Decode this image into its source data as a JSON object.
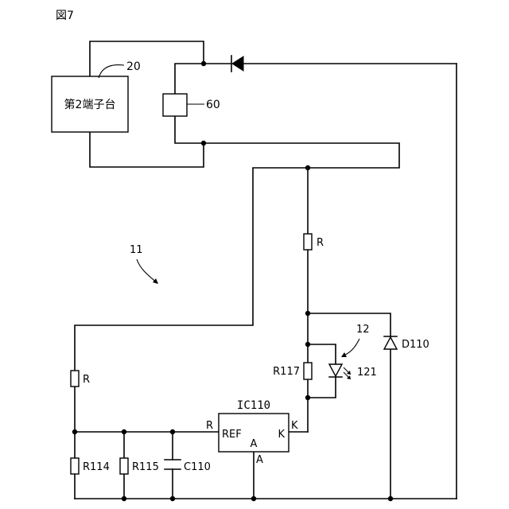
{
  "figure_label": "図7",
  "terminal_block": {
    "label": "第2端子台",
    "ref": "20"
  },
  "relay": {
    "ref": "60"
  },
  "circuit_ref": "11",
  "led_group_ref": "12",
  "led": {
    "ref": "121"
  },
  "resistors": {
    "upper": "R",
    "left": "R",
    "r117": "R117",
    "r114": "R114",
    "r115": "R115"
  },
  "capacitor": {
    "ref": "C110"
  },
  "diode": {
    "ref": "D110"
  },
  "ic": {
    "ref": "IC110",
    "pin_ref": "REF",
    "pin_a": "A",
    "pin_k": "K",
    "outer_r": "R",
    "outer_k": "K",
    "outer_a": "A"
  }
}
